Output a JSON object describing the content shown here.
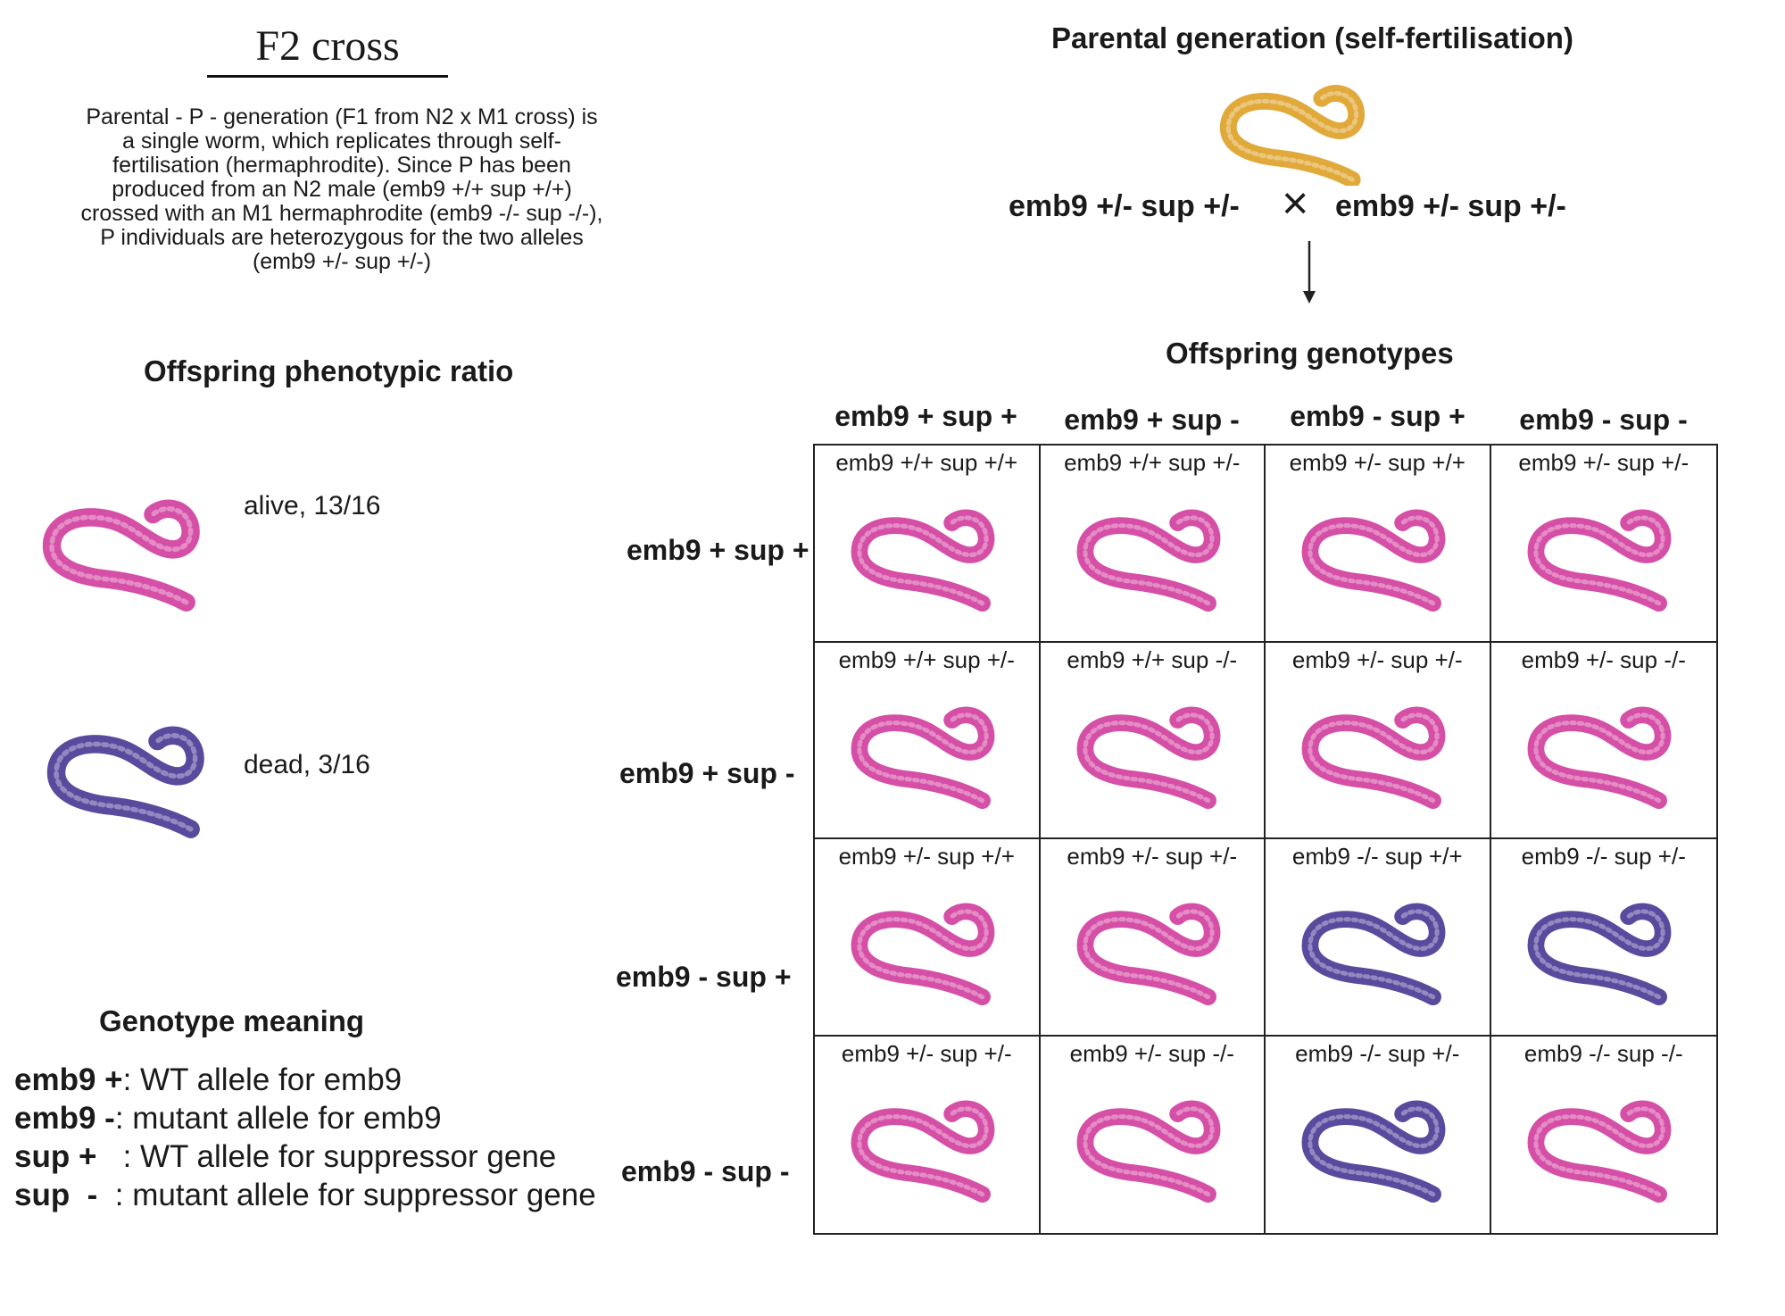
{
  "title": "F2 cross",
  "intro": "Parental  - P - generation (F1 from N2 x M1 cross)  is a single worm, which replicates through self-fertilisation (hermaphrodite). Since P  has been produced from an N2 male (emb9 +/+ sup +/+) crossed with an M1 hermaphrodite (emb9 -/- sup -/-), P individuals are heterozygous for the two alleles (emb9 +/- sup +/-)",
  "phenotype": {
    "heading": "Offspring phenotypic ratio",
    "alive": "alive, 13/16",
    "dead": "dead, 3/16"
  },
  "meaning": {
    "heading": "Genotype meaning",
    "items": [
      {
        "term": "emb9 +",
        "text": ": WT allele for emb9"
      },
      {
        "term": "emb9 -",
        "text": ": mutant allele for emb9"
      },
      {
        "term": "sup + ",
        "text": "  : WT allele for suppressor gene"
      },
      {
        "term": "sup  - ",
        "text": " : mutant allele for suppressor gene"
      }
    ]
  },
  "parental": {
    "heading": "Parental generation (self-fertilisation)",
    "left": "emb9 +/- sup +/-",
    "cross": "×",
    "right": "emb9 +/- sup +/-"
  },
  "offspring": {
    "heading": "Offspring genotypes",
    "columns": [
      "emb9 + sup +",
      "emb9 + sup -",
      "emb9 - sup +",
      "emb9 - sup -"
    ],
    "rows": [
      "emb9 + sup +",
      "emb9 + sup -",
      "emb9 - sup +",
      "emb9 - sup -"
    ],
    "cells": [
      [
        "emb9 +/+ sup +/+",
        "emb9 +/+ sup +/-",
        "emb9 +/- sup +/+",
        "emb9 +/- sup +/-"
      ],
      [
        "emb9 +/+ sup +/-",
        "emb9 +/+ sup -/-",
        "emb9 +/- sup +/-",
        "emb9 +/- sup -/-"
      ],
      [
        "emb9 +/- sup +/+",
        "emb9 +/- sup +/-",
        "emb9 -/- sup +/+",
        "emb9 -/- sup +/-"
      ],
      [
        "emb9 +/- sup +/-",
        "emb9 +/- sup -/-",
        "emb9 -/- sup +/-",
        "emb9 -/- sup -/-"
      ]
    ],
    "status": [
      [
        "alive",
        "alive",
        "alive",
        "alive"
      ],
      [
        "alive",
        "alive",
        "alive",
        "alive"
      ],
      [
        "alive",
        "alive",
        "dead",
        "dead"
      ],
      [
        "alive",
        "alive",
        "dead",
        "alive"
      ]
    ]
  },
  "colors": {
    "alive": "#d64fa6",
    "dead": "#5a4a9e",
    "parent": "#e0a93a"
  }
}
